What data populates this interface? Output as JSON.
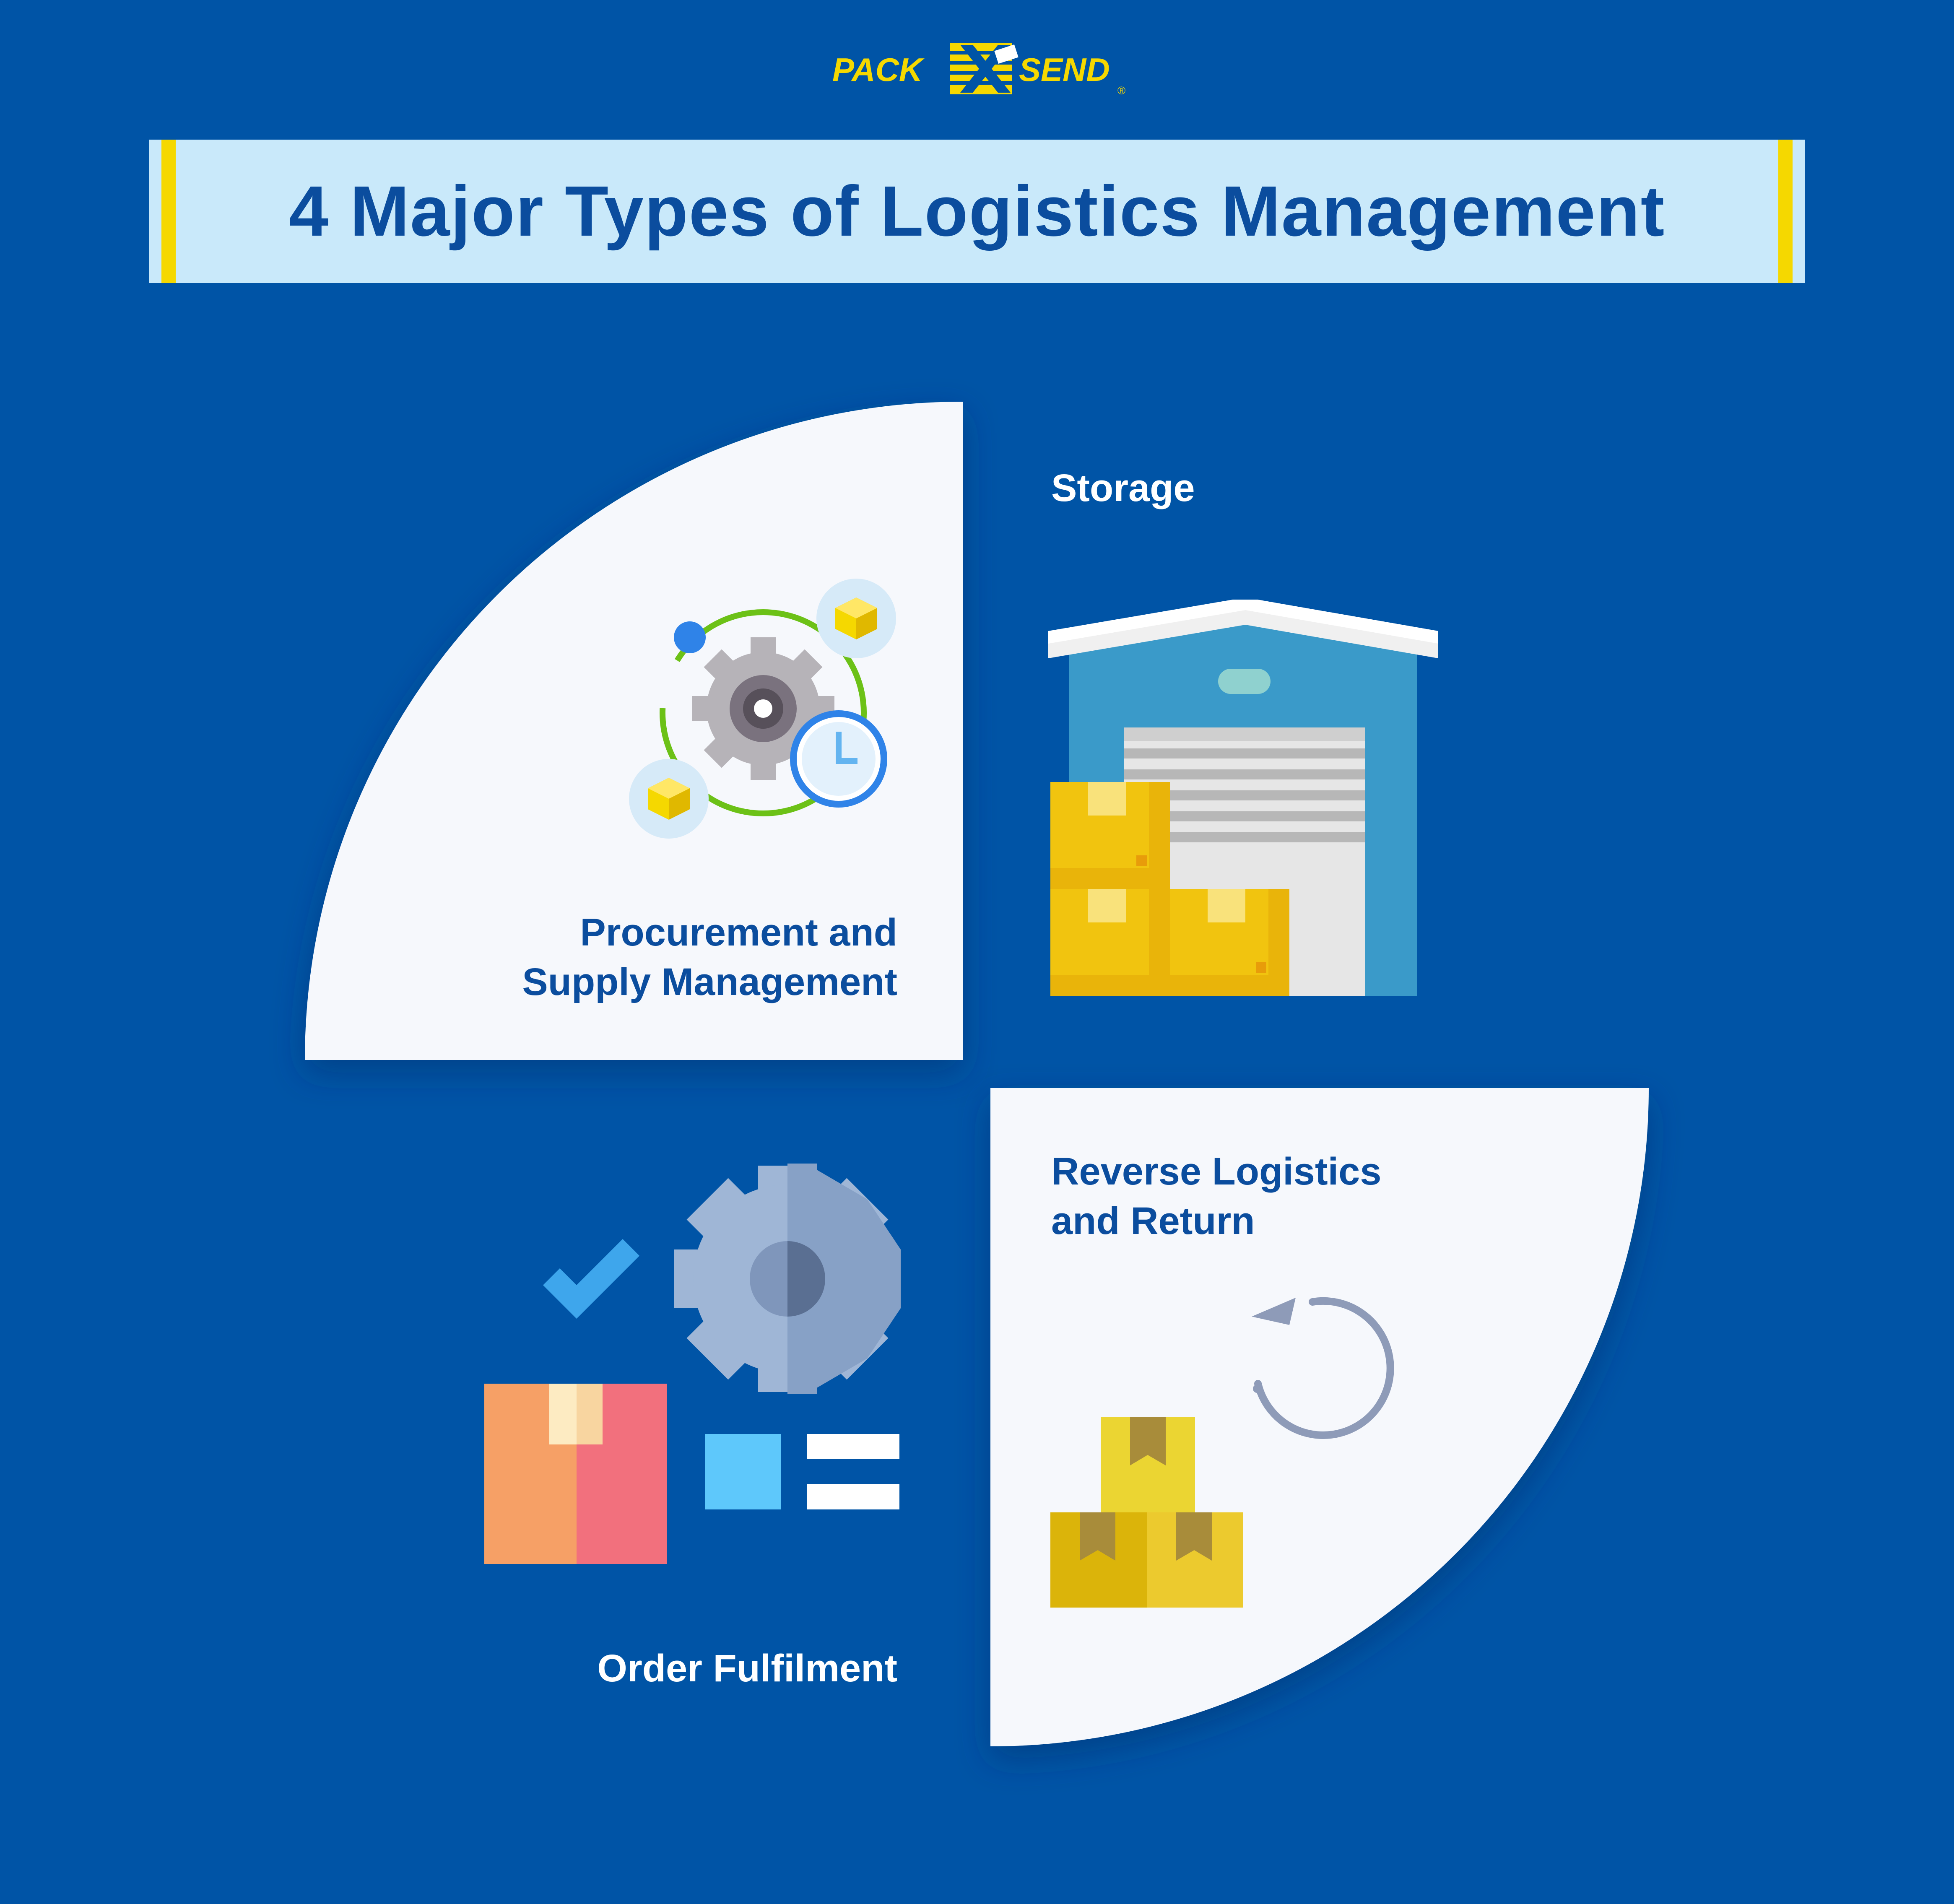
{
  "logo": {
    "left_text": "PACK",
    "right_text": "SEND",
    "registered": "®"
  },
  "title": "4 Major Types of Logistics Management",
  "sections": {
    "storage": {
      "label": "Storage"
    },
    "procurement": {
      "label_lines": [
        "Procurement and",
        "Supply Management"
      ]
    },
    "reverse": {
      "label_lines": [
        "Reverse Logistics",
        "and Return"
      ]
    },
    "order": {
      "label": "Order Fulfilment"
    }
  },
  "colors": {
    "background": "#0054a6",
    "title_band": "#c9e9fa",
    "accent_yellow": "#f5d800",
    "panel": "#f6f8fc",
    "text_dark_blue": "#0b4d9e"
  },
  "icons": [
    "procurement-cycle-icon",
    "warehouse-icon",
    "return-boxes-icon",
    "order-fulfilment-icon"
  ]
}
